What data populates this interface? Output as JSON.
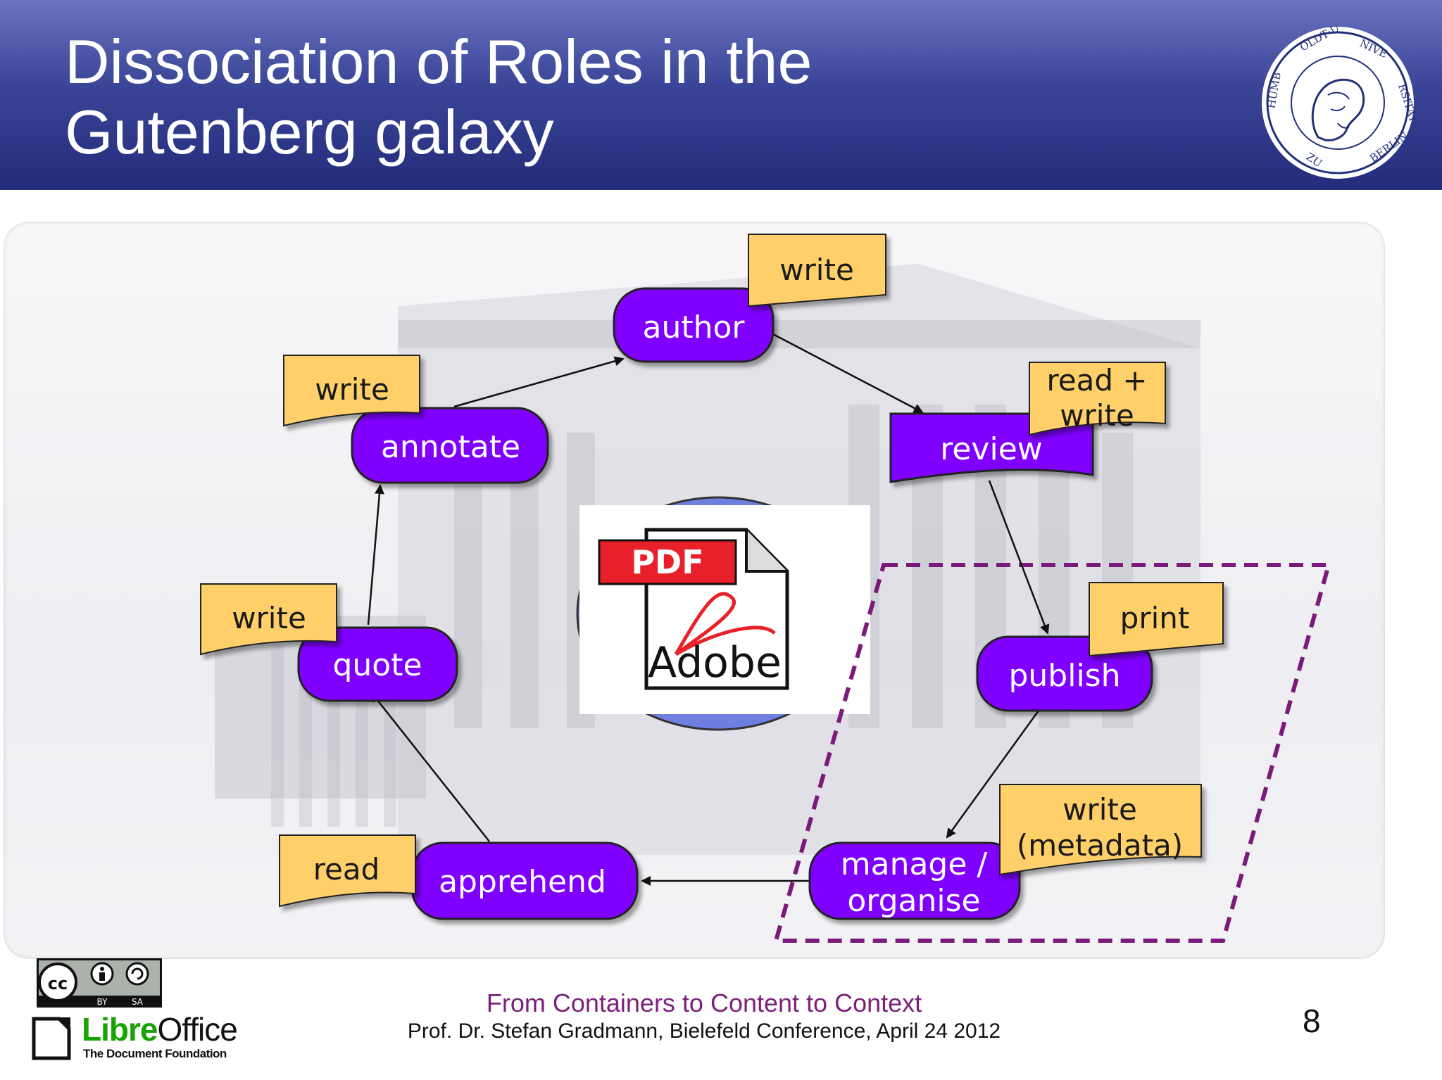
{
  "slide": {
    "title": "Dissociation of Roles in the\nGutenberg galaxy",
    "page_number": "8"
  },
  "logo": {
    "seal_text": "HUMBOLDT-UNIVERSITÄT ZU BERLIN",
    "cc_badge": [
      "BY",
      "SA"
    ],
    "libreoffice_libre": "Libre",
    "libreoffice_office": "Office",
    "libreoffice_sub": "The Document Foundation"
  },
  "footer": {
    "title": "From Containers to Content to Context",
    "subtitle": "Prof. Dr. Stefan Gradmann, Bielefeld Conference, April 24 2012"
  },
  "diagram": {
    "roles": {
      "author": "author",
      "review": "review",
      "publish": "publish",
      "manage_line1": "manage /",
      "manage_line2": "organise",
      "apprehend": "apprehend",
      "quote": "quote",
      "annotate": "annotate"
    },
    "notes": {
      "author": "write",
      "review_line1": "read +",
      "review_line2": "write",
      "publish": "print",
      "manage_line1": "write",
      "manage_line2": "(metadata)",
      "apprehend": "read",
      "quote": "write",
      "annotate": "write"
    },
    "center": {
      "pdf_label": "PDF",
      "adobe_label": "Adobe"
    },
    "colors": {
      "role_fill": "#7f00ff",
      "note_fill": "#ffd06a",
      "dashed_frame": "#7a1a7a",
      "pdf_red": "#e8202a"
    }
  }
}
